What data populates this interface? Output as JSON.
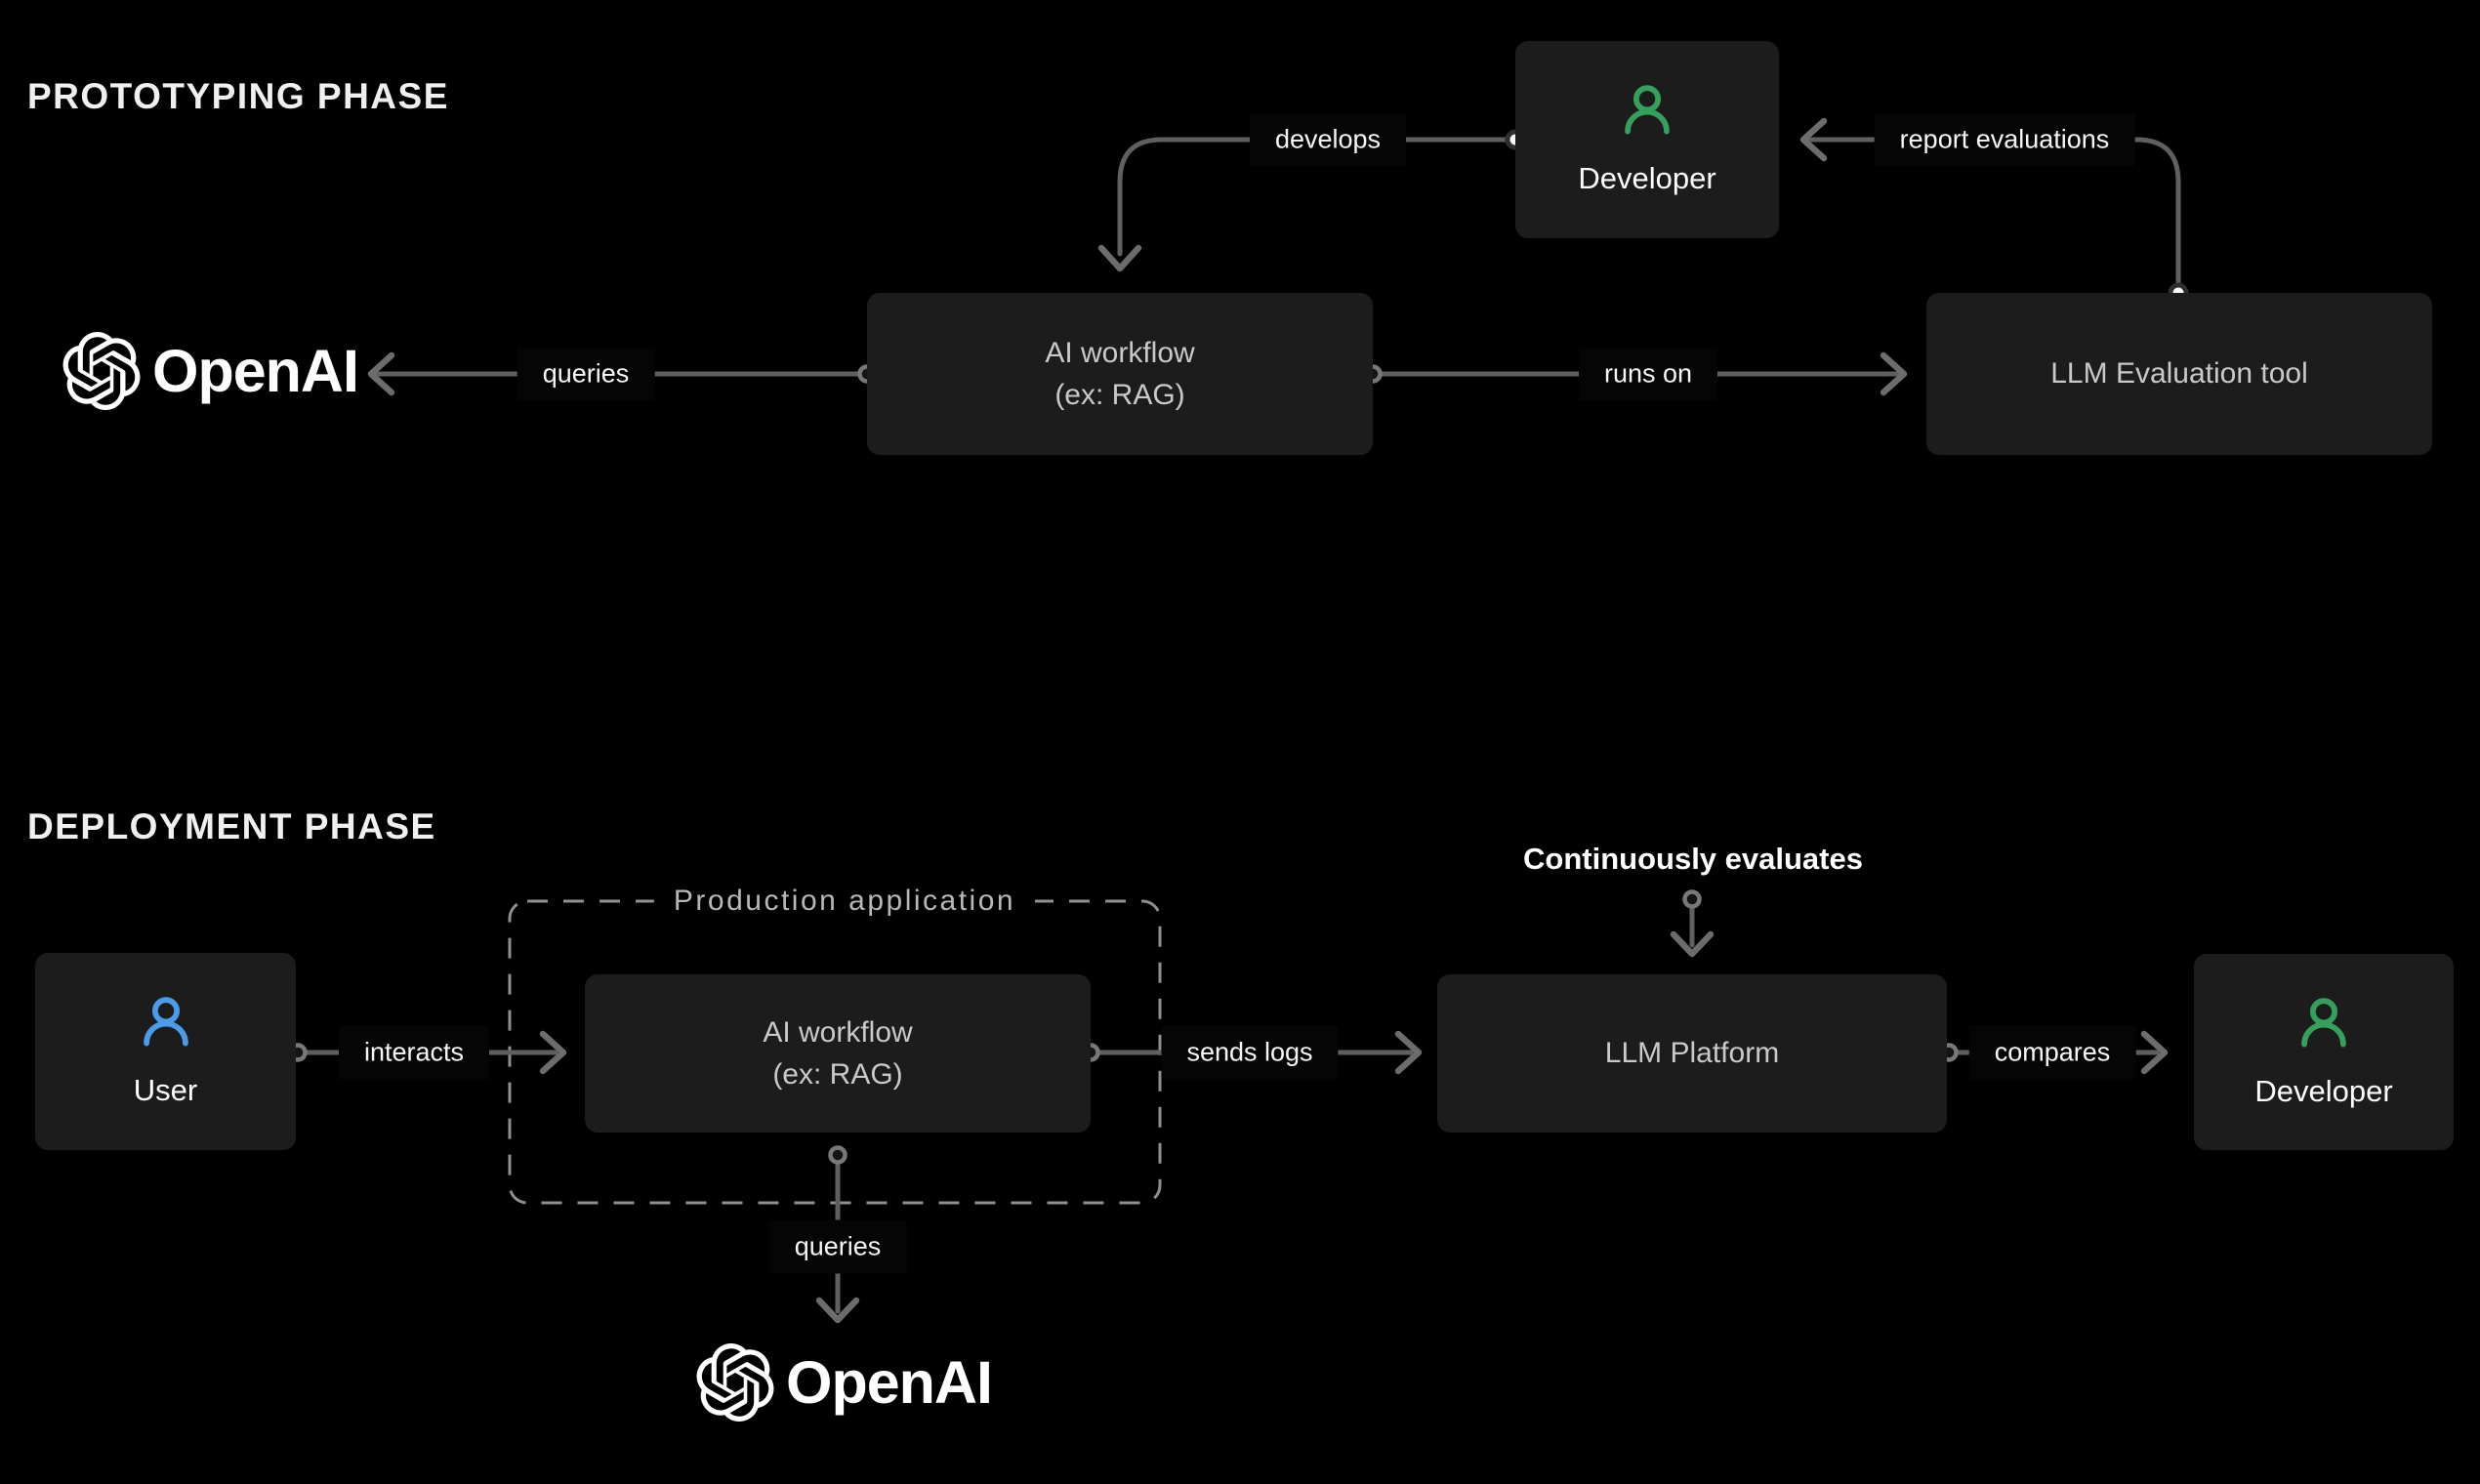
{
  "prototyping": {
    "title": "PROTOTYPING PHASE",
    "nodes": {
      "openai": {
        "label": "OpenAI",
        "icon": "openai-logo-icon"
      },
      "ai_workflow": {
        "line1": "AI workflow",
        "line2": "(ex: RAG)"
      },
      "developer": {
        "label": "Developer",
        "icon": "person-icon"
      },
      "llm_eval": {
        "label": "LLM Evaluation tool"
      }
    },
    "edges": {
      "queries": "queries",
      "develops": "develops",
      "runs_on": "runs on",
      "report_evaluations": "report evaluations"
    }
  },
  "deployment": {
    "title": "DEPLOYMENT PHASE",
    "nodes": {
      "user": {
        "label": "User",
        "icon": "person-icon"
      },
      "production_app": {
        "label": "Production application"
      },
      "ai_workflow": {
        "line1": "AI workflow",
        "line2": "(ex: RAG)"
      },
      "llm_platform": {
        "label": "LLM Platform"
      },
      "developer": {
        "label": "Developer",
        "icon": "person-icon"
      },
      "openai": {
        "label": "OpenAI",
        "icon": "openai-logo-icon"
      }
    },
    "edges": {
      "interacts": "interacts",
      "sends_logs": "sends logs",
      "compares": "compares",
      "queries": "queries",
      "continuously_evaluates": "Continuously evaluates"
    }
  },
  "colors": {
    "background": "#000000",
    "node_background": "#1c1c1c",
    "node_text": "#c9c9c9",
    "person_label_text": "#ffffff",
    "developer_icon_green": "#34a05c",
    "user_icon_blue": "#4a9ce9",
    "connector_gray": "#5f5f5f",
    "arrowhead_gray": "#6c6c6c",
    "dashed_border_gray": "#8f8f8f",
    "phase_title_text": "#f0f0f0",
    "edge_label_text": "#f7f7f7"
  }
}
